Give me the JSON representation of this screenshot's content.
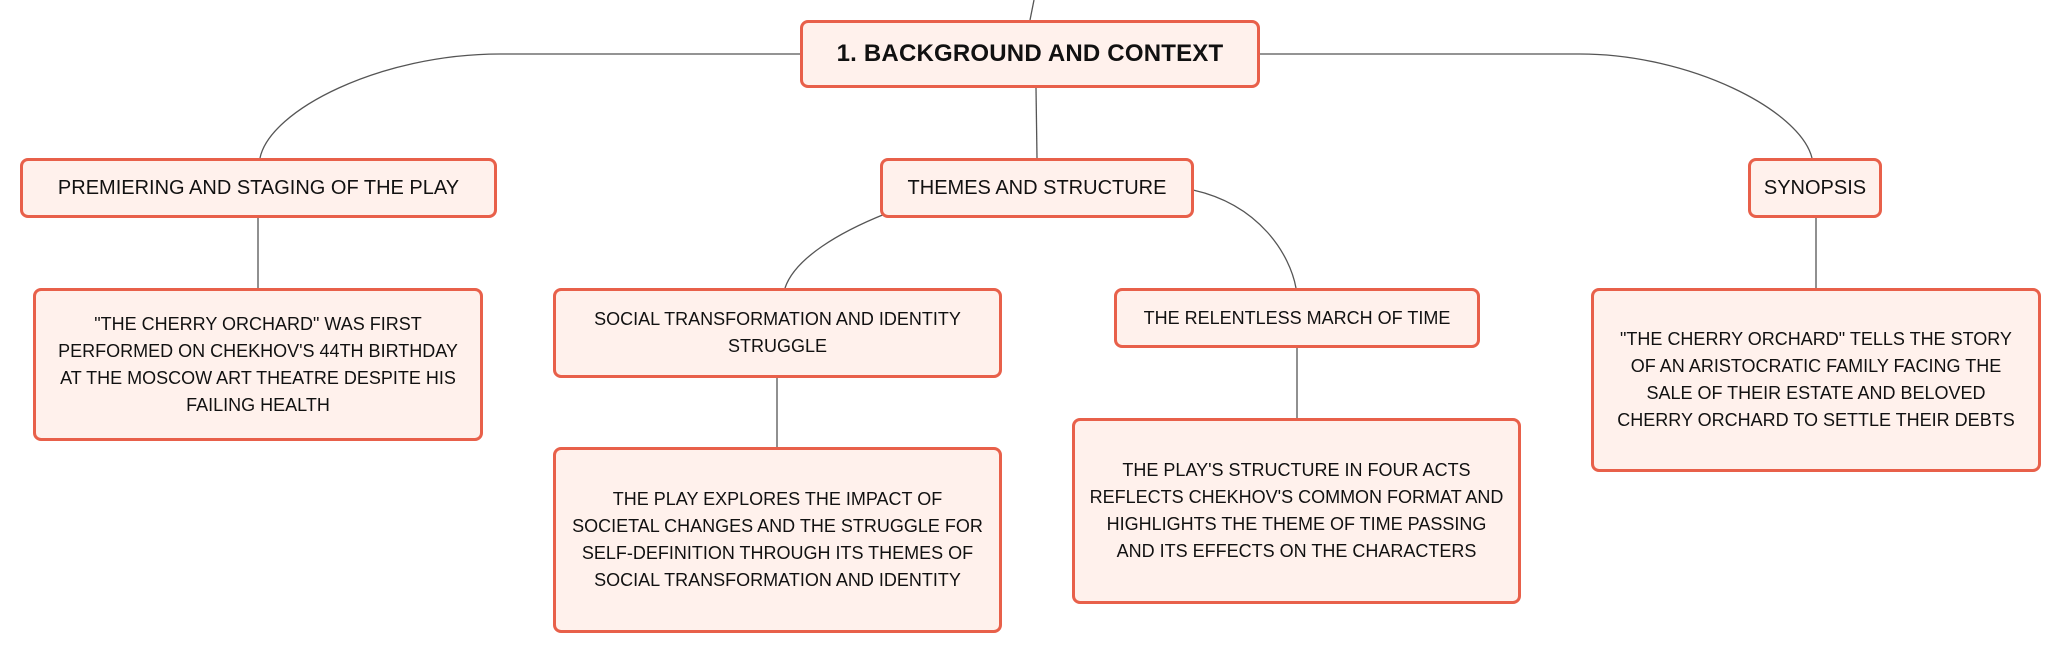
{
  "root": {
    "label": "1. BACKGROUND AND CONTEXT"
  },
  "branches": [
    {
      "label": "PREMIERING AND STAGING OF THE PLAY",
      "detail": "\"THE CHERRY ORCHARD\" WAS FIRST PERFORMED ON CHEKHOV'S 44TH BIRTHDAY AT THE MOSCOW ART THEATRE DESPITE HIS FAILING HEALTH"
    },
    {
      "label": "THEMES AND STRUCTURE",
      "children": [
        {
          "label": "SOCIAL TRANSFORMATION AND IDENTITY STRUGGLE",
          "detail": "THE PLAY EXPLORES THE IMPACT OF SOCIETAL CHANGES AND THE STRUGGLE FOR SELF-DEFINITION THROUGH ITS THEMES OF SOCIAL TRANSFORMATION AND IDENTITY"
        },
        {
          "label": "THE RELENTLESS MARCH OF TIME",
          "detail": "THE PLAY'S STRUCTURE IN FOUR ACTS REFLECTS CHEKHOV'S COMMON FORMAT AND HIGHLIGHTS THE THEME OF TIME PASSING AND ITS EFFECTS ON THE CHARACTERS"
        }
      ]
    },
    {
      "label": "SYNOPSIS",
      "detail": "\"THE CHERRY ORCHARD\" TELLS THE STORY OF AN ARISTOCRATIC FAMILY FACING THE SALE OF THEIR ESTATE AND BELOVED CHERRY ORCHARD TO SETTLE THEIR DEBTS"
    }
  ],
  "colors": {
    "border": "#e8604a",
    "fill": "#fff1ec",
    "connector": "#555555",
    "text": "#111111"
  }
}
